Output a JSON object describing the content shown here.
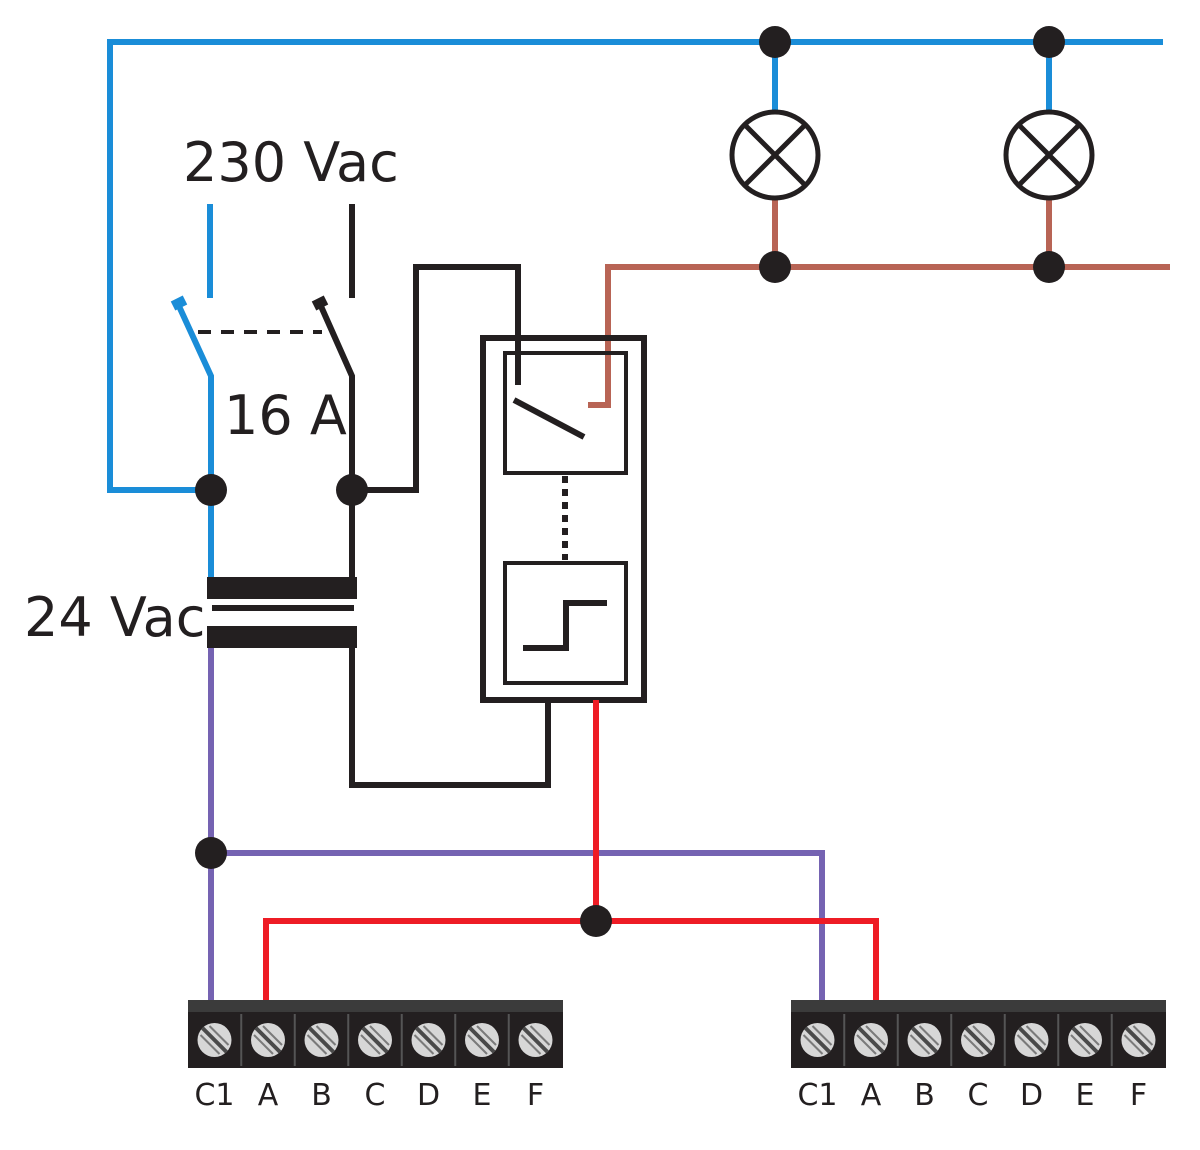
{
  "labels": {
    "mains": "230 Vac",
    "breaker": "16 A",
    "transformer": "24 Vac"
  },
  "terminal_blocks": [
    {
      "id": "left",
      "terminals": [
        "C1",
        "A",
        "B",
        "C",
        "D",
        "E",
        "F"
      ]
    },
    {
      "id": "right",
      "terminals": [
        "C1",
        "A",
        "B",
        "C",
        "D",
        "E",
        "F"
      ]
    }
  ],
  "lamps": [
    "lamp-1",
    "lamp-2"
  ],
  "colors": {
    "neutral": "#1a8dd8",
    "live": "#231f20",
    "switched": "#b86455",
    "low_voltage_common": "#7563b2",
    "signal": "#ee1c25",
    "terminal_block": "#231f20",
    "screw": "#d7d7d7"
  }
}
